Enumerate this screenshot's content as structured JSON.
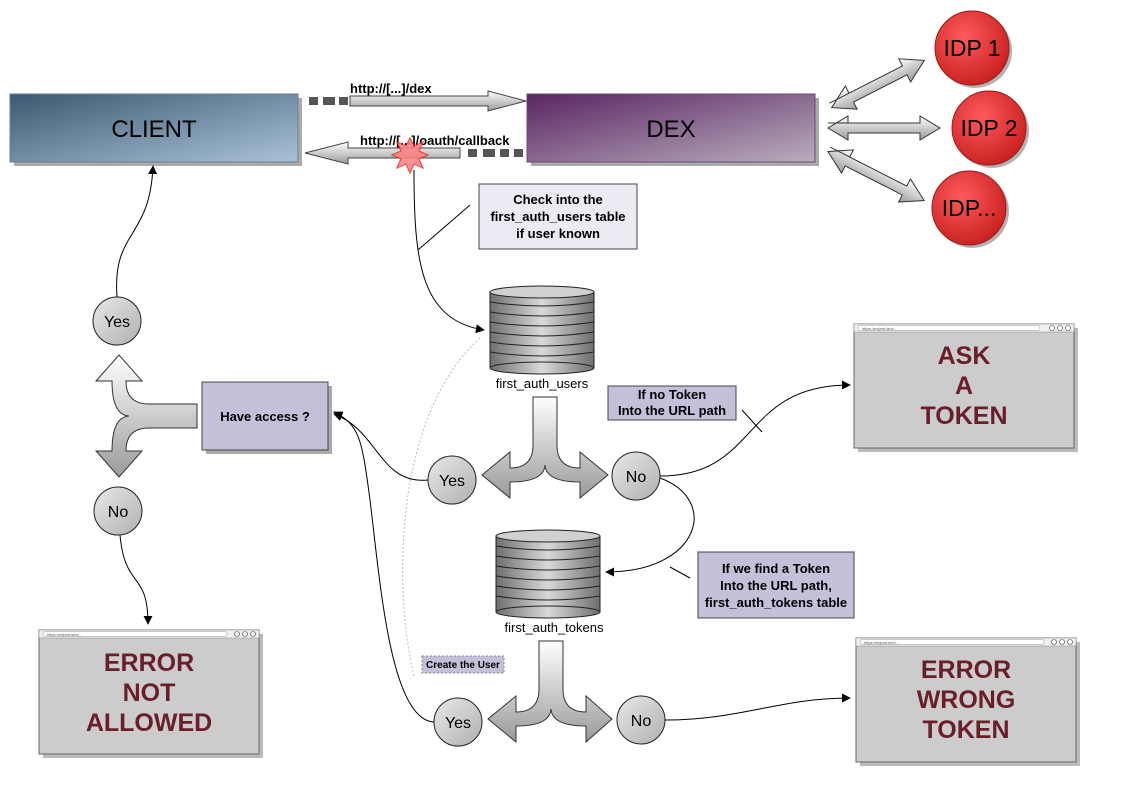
{
  "nodes": {
    "client": "CLIENT",
    "dex": "DEX",
    "idp1": "IDP 1",
    "idp2": "IDP 2",
    "idp3": "IDP...",
    "have_access": "Have access ?",
    "first_auth_users": "first_auth_users",
    "first_auth_tokens": "first_auth_tokens"
  },
  "edges": {
    "to_dex": "http://[...]/dex",
    "callback": "http://[...]/oauth/callback"
  },
  "notes": {
    "check_users": [
      "Check into the",
      "first_auth_users table",
      "if user known"
    ],
    "no_token": [
      "If no Token",
      "Into the URL path"
    ],
    "find_token": [
      "If we find a Token",
      "Into the URL path,",
      "first_auth_tokens table"
    ],
    "create_user": "Create the User"
  },
  "decisions": {
    "yes_client": "Yes",
    "no_client": "No",
    "yes_users": "Yes",
    "no_users": "No",
    "yes_tokens": "Yes",
    "no_tokens": "No"
  },
  "windows": {
    "ask_token": {
      "url": "https://edpmt.la/ct...",
      "lines": [
        "ASK",
        "A",
        "TOKEN"
      ]
    },
    "error_not_allowed": {
      "url": "https://edpmt.la/ct...",
      "lines": [
        "ERROR",
        "NOT",
        "ALLOWED"
      ]
    },
    "error_wrong_token": {
      "url": "https://edpmt.la/ct...",
      "lines": [
        "ERROR",
        "WRONG",
        "TOKEN"
      ]
    }
  },
  "colors": {
    "client_dark": "#3c5870",
    "client_light": "#a9c2d8",
    "dex_dark": "#5a2563",
    "dex_light": "#b4a4b8",
    "idp_red": "#e03a3a",
    "note_fill": "#c8c4dc",
    "window_fill": "#cccccc",
    "window_text": "#6a1f28"
  }
}
